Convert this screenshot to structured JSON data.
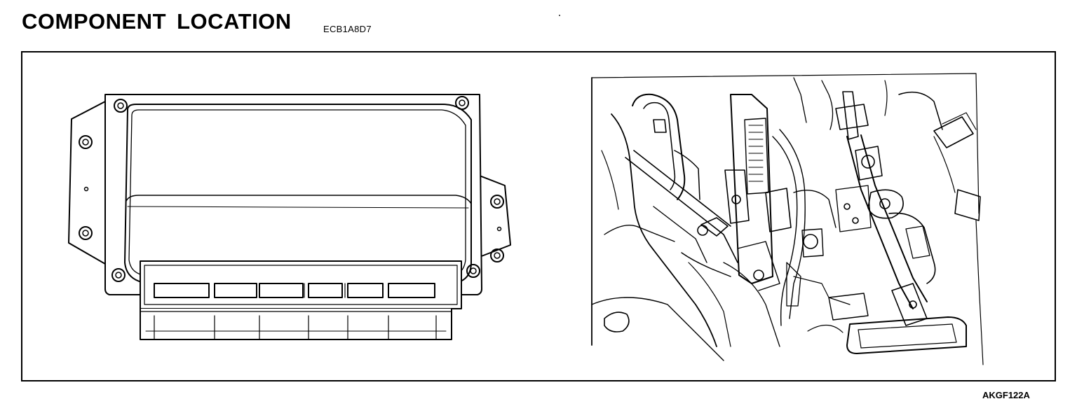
{
  "header": {
    "title": "COMPONENT LOCATION",
    "code": "ECB1A8D7"
  },
  "figure": {
    "id": "AKGF122A"
  },
  "colors": {
    "ink": "#000000",
    "paper": "#ffffff"
  }
}
